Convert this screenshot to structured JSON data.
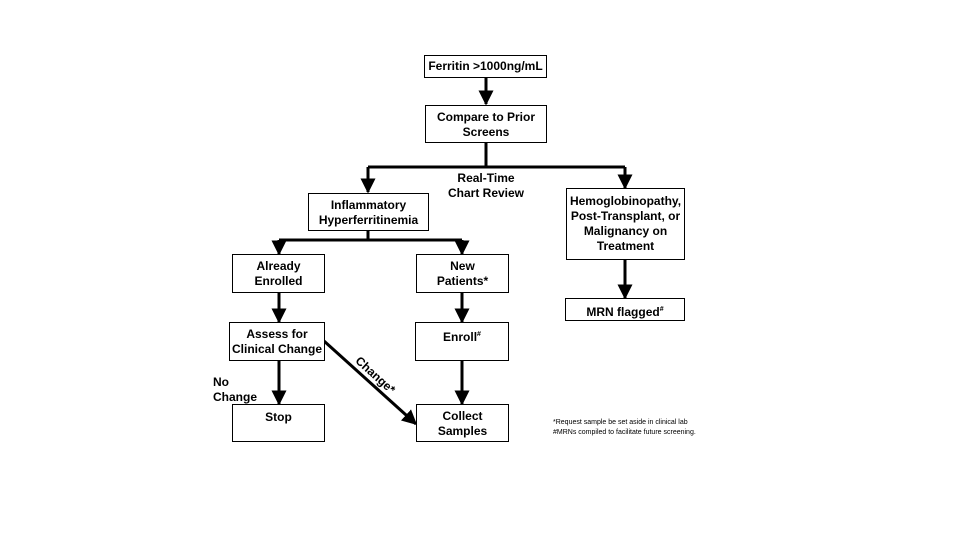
{
  "nodes": {
    "ferritin": "Ferritin >1000ng/mL",
    "compare": "Compare to Prior\nScreens",
    "inflammatory": "Inflammatory\nHyperferritinemia",
    "hemoglobinopathy": "Hemoglobinopathy,\nPost-Transplant, or\nMalignancy on\nTreatment",
    "already_enrolled": "Already\nEnrolled",
    "new_patients": "New\nPatients*",
    "mrn_flagged": "MRN flagged",
    "mrn_flagged_mark": "#",
    "assess": "Assess for\nClinical Change",
    "enroll": "Enroll",
    "enroll_mark": "#",
    "stop": "Stop",
    "collect": "Collect\nSamples"
  },
  "edge_labels": {
    "review": "Real-Time\nChart Review",
    "no_change": "No Change",
    "change": "Change*"
  },
  "footnotes": [
    "*Request sample be set aside in clinical lab",
    "#MRNs compiled to facilitate future screening."
  ]
}
